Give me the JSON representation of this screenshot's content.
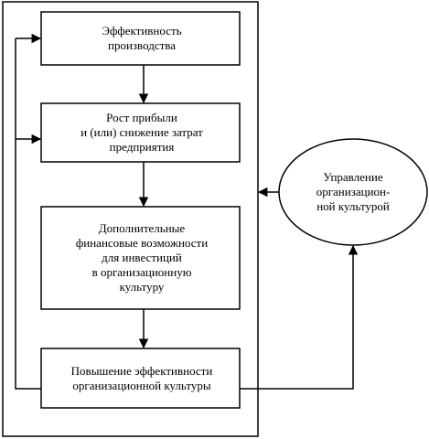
{
  "diagram": {
    "nodes": {
      "production_efficiency": {
        "lines": [
          "Эффективность",
          "производства"
        ]
      },
      "profit_growth": {
        "lines": [
          "Рост прибыли",
          "и (или) снижение затрат",
          "предприятия"
        ]
      },
      "additional_resources": {
        "lines": [
          "Дополнительные",
          "финансовые возможности",
          "для инвестиций",
          "в организационную",
          "культуру"
        ]
      },
      "culture_efficiency": {
        "lines": [
          "Повышение эффективности",
          "организационной культуры"
        ]
      },
      "culture_management": {
        "lines": [
          "Управление",
          "организацион-",
          "ной культурой"
        ]
      }
    }
  }
}
